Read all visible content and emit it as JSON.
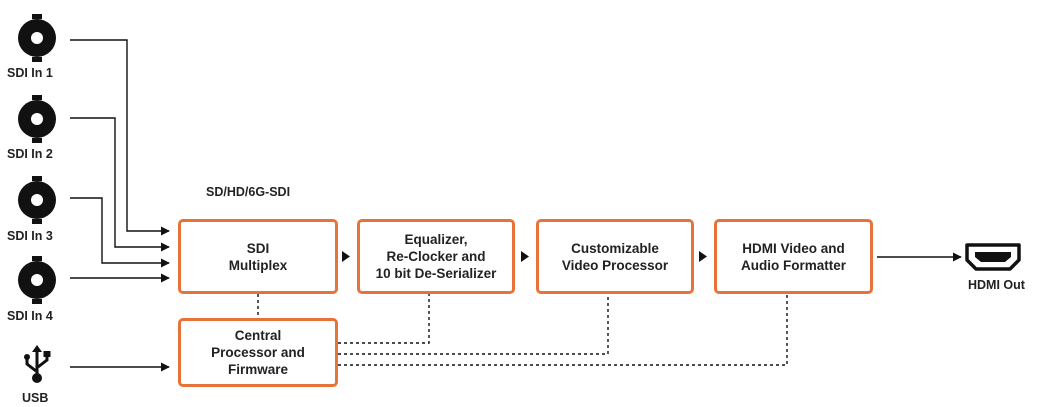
{
  "accent_color": "#e8733a",
  "inputs": [
    {
      "label": "SDI In 1",
      "icon": "bnc-connector-icon"
    },
    {
      "label": "SDI In 2",
      "icon": "bnc-connector-icon"
    },
    {
      "label": "SDI In 3",
      "icon": "bnc-connector-icon"
    },
    {
      "label": "SDI In 4",
      "icon": "bnc-connector-icon"
    }
  ],
  "usb": {
    "label": "USB",
    "icon": "usb-icon"
  },
  "sdi_format_label": "SD/HD/6G-SDI",
  "blocks": {
    "sdi_multiplex": "SDI\nMultiplex",
    "equalizer": "Equalizer,\nRe-Clocker and\n10 bit De-Serializer",
    "video_processor": "Customizable\nVideo Processor",
    "hdmi_formatter": "HDMI Video and\nAudio Formatter",
    "central_processor": "Central\nProcessor and\nFirmware"
  },
  "output": {
    "label": "HDMI Out",
    "icon": "hdmi-connector-icon"
  }
}
